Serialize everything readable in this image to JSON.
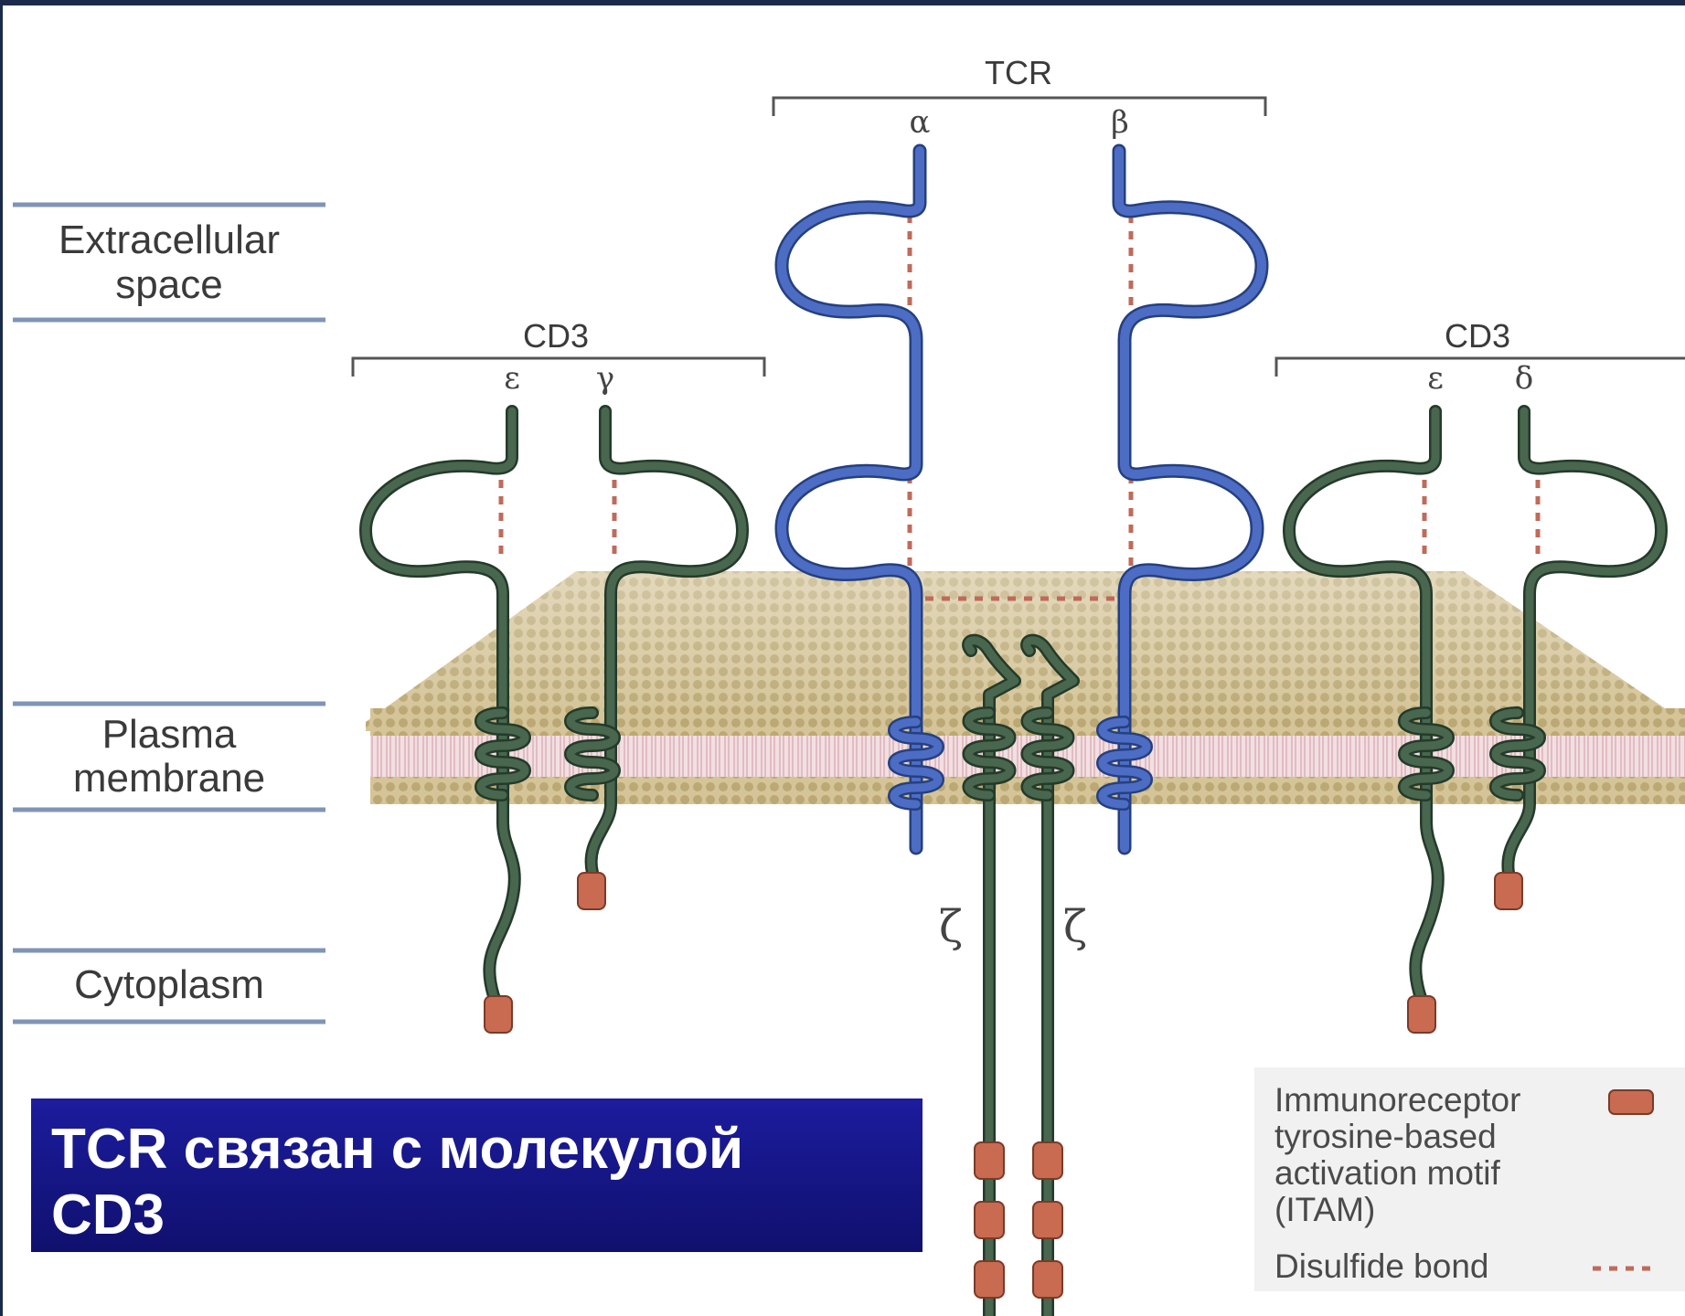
{
  "diagram": {
    "regions": {
      "extracellular": [
        "Extracellular",
        "space"
      ],
      "membrane": [
        "Plasma",
        "membrane"
      ],
      "cytoplasm": "Cytoplasm"
    },
    "groups": {
      "tcr": "TCR",
      "cd3_left": "CD3",
      "cd3_right": "CD3"
    },
    "chains": {
      "alpha": "α",
      "beta": "β",
      "cd3_left_epsilon": "ε",
      "cd3_left_gamma": "γ",
      "cd3_right_epsilon": "ε",
      "cd3_right_delta": "δ",
      "zeta_left": "ζ",
      "zeta_right": "ζ"
    },
    "legend": {
      "itam_lines": [
        "Immunoreceptor",
        "tyrosine-based",
        "activation motif",
        "(ITAM)"
      ],
      "disulfide": "Disulfide bond"
    },
    "colors": {
      "tcr_chain": "#3d5fb5",
      "cd3_chain": "#3b5a40",
      "itam": "#c86b50",
      "disulfide": "#c06a5a",
      "membrane_head": "#c7b583",
      "membrane_tail": "#ebd3d6",
      "region_bar": "#8fa8c8"
    }
  },
  "caption": {
    "line1": "TCR связан с молекулой",
    "line2": "CD3"
  }
}
